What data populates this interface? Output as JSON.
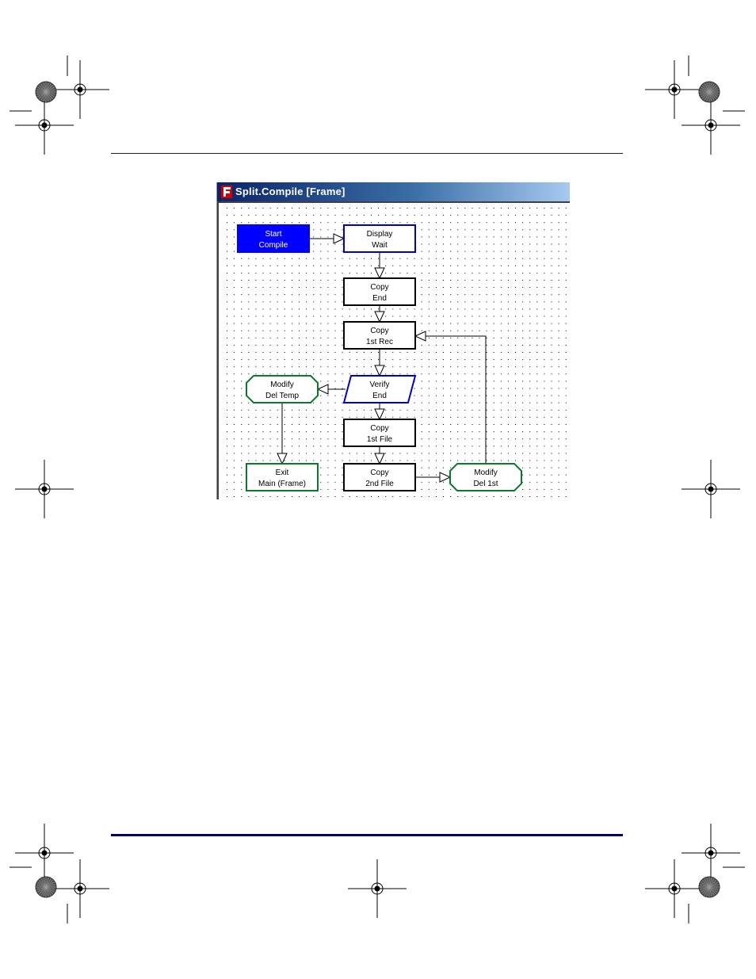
{
  "window": {
    "title": "Split.Compile [Frame]"
  },
  "nodes": [
    {
      "id": "start-compile",
      "line1": "Start",
      "line2": "Compile",
      "shape": "rect-filled",
      "stroke": "#0000ff",
      "fill": "#0000ff",
      "text": "#ffffff"
    },
    {
      "id": "display-wait",
      "line1": "Display",
      "line2": "Wait",
      "shape": "rect",
      "stroke": "#0000cc",
      "fill": "#ffffff",
      "text": "#000000"
    },
    {
      "id": "copy-end",
      "line1": "Copy",
      "line2": "End",
      "shape": "rect",
      "stroke": "#000000",
      "fill": "#ffffff",
      "text": "#000000"
    },
    {
      "id": "copy-1st-rec",
      "line1": "Copy",
      "line2": "1st Rec",
      "shape": "rect",
      "stroke": "#000000",
      "fill": "#ffffff",
      "text": "#000000"
    },
    {
      "id": "verify-end",
      "line1": "Verify",
      "line2": "End",
      "shape": "parallelogram",
      "stroke": "#0000cc",
      "fill": "#ffffff",
      "text": "#000000"
    },
    {
      "id": "modify-del-temp",
      "line1": "Modify",
      "line2": "Del Temp",
      "shape": "octagon",
      "stroke": "#0a7a2a",
      "fill": "#ffffff",
      "text": "#000000"
    },
    {
      "id": "copy-1st-file",
      "line1": "Copy",
      "line2": "1st File",
      "shape": "rect",
      "stroke": "#000000",
      "fill": "#ffffff",
      "text": "#000000"
    },
    {
      "id": "exit-main",
      "line1": "Exit",
      "line2": "Main (Frame)",
      "shape": "rect",
      "stroke": "#0a7a2a",
      "fill": "#ffffff",
      "text": "#000000"
    },
    {
      "id": "copy-2nd-file",
      "line1": "Copy",
      "line2": "2nd File",
      "shape": "rect",
      "stroke": "#000000",
      "fill": "#ffffff",
      "text": "#000000"
    },
    {
      "id": "modify-del-1st",
      "line1": "Modify",
      "line2": "Del 1st",
      "shape": "octagon",
      "stroke": "#0a7a2a",
      "fill": "#ffffff",
      "text": "#000000"
    }
  ],
  "edges": [
    {
      "from": "start-compile",
      "to": "display-wait"
    },
    {
      "from": "display-wait",
      "to": "copy-end"
    },
    {
      "from": "copy-end",
      "to": "copy-1st-rec"
    },
    {
      "from": "copy-1st-rec",
      "to": "verify-end"
    },
    {
      "from": "verify-end",
      "to": "modify-del-temp"
    },
    {
      "from": "verify-end",
      "to": "copy-1st-file"
    },
    {
      "from": "modify-del-temp",
      "to": "exit-main"
    },
    {
      "from": "copy-1st-file",
      "to": "copy-2nd-file"
    },
    {
      "from": "copy-2nd-file",
      "to": "modify-del-1st"
    },
    {
      "from": "modify-del-1st",
      "to": "copy-1st-rec"
    }
  ],
  "colors": {
    "title_bar_start": "#0a246a",
    "title_bar_end": "#a6caf0",
    "page_rule": "#000066"
  }
}
